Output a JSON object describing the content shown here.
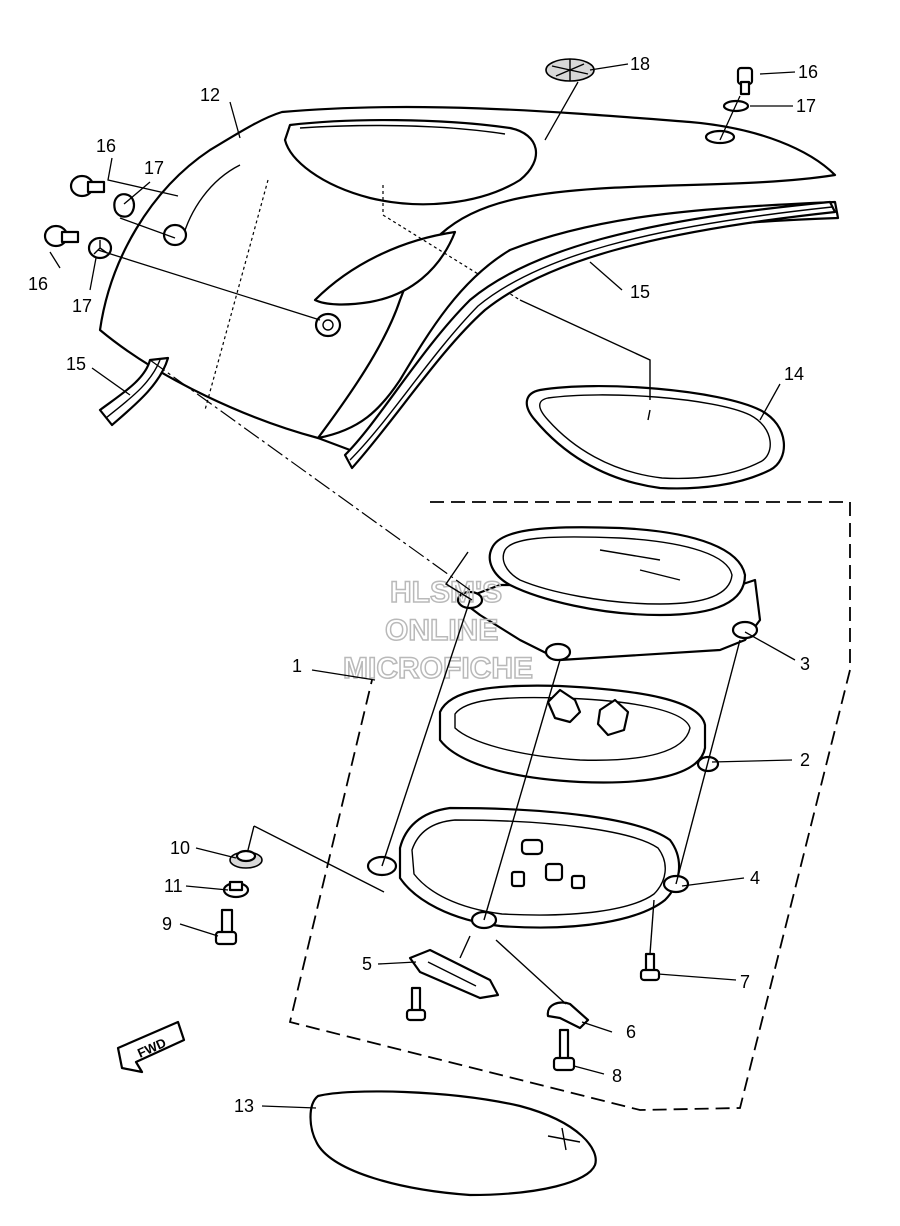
{
  "callouts": {
    "c1": "1",
    "c2": "2",
    "c3": "3",
    "c4": "4",
    "c5": "5",
    "c6": "6",
    "c7": "7",
    "c8": "8",
    "c9": "9",
    "c10": "10",
    "c11": "11",
    "c12": "12",
    "c13": "13",
    "c14": "14",
    "c15a": "15",
    "c15b": "15",
    "c16a": "16",
    "c16b": "16",
    "c16c": "16",
    "c17a": "17",
    "c17b": "17",
    "c17c": "17",
    "c18": "18"
  },
  "watermark": {
    "line1": "HLSM'S",
    "line2": "ONLINE",
    "line3": "MICROFICHE"
  },
  "arrow_label": "FWD"
}
